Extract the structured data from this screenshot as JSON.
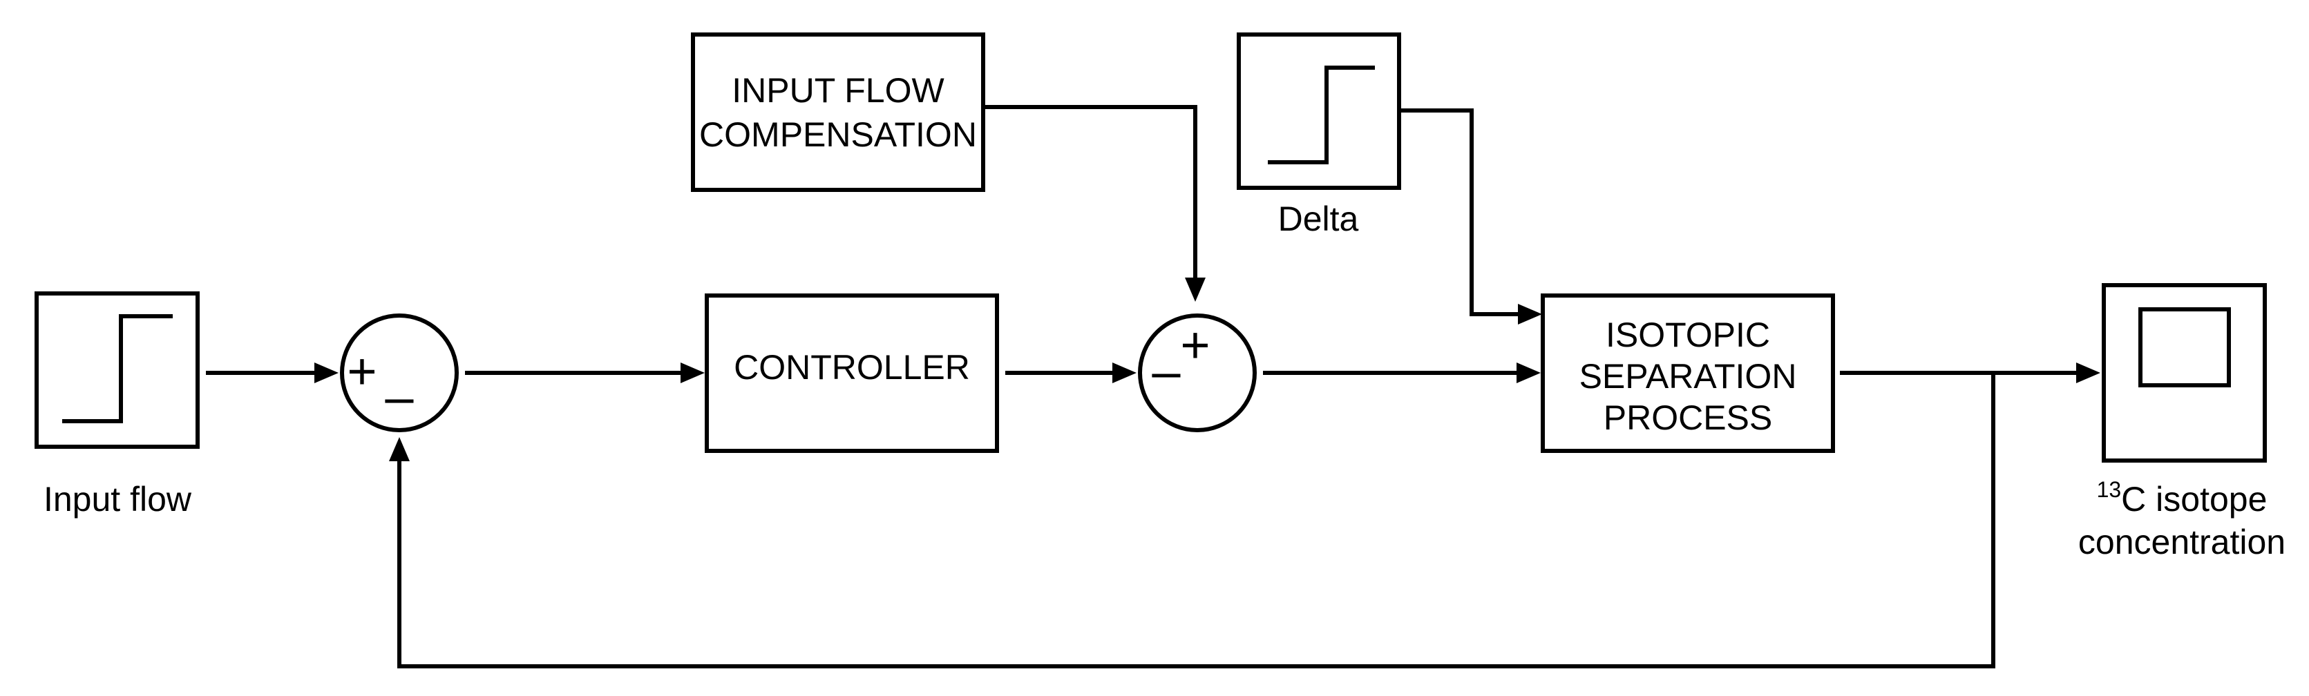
{
  "blocks": {
    "input_flow_compensation": {
      "lines": [
        "INPUT FLOW",
        "COMPENSATION"
      ]
    },
    "controller": {
      "label": "CONTROLLER"
    },
    "isotopic_separation_process": {
      "lines": [
        "ISOTOPIC",
        "SEPARATION",
        "PROCESS"
      ]
    }
  },
  "sources": {
    "input_flow": {
      "label": "Input flow"
    },
    "delta": {
      "label": "Delta"
    }
  },
  "sink": {
    "superscript": "13",
    "lines": [
      "C isotope",
      "concentration"
    ]
  },
  "summing_junctions": {
    "first": {
      "plus": "+",
      "minus": "–"
    },
    "second": {
      "plus": "+",
      "minus": "–"
    }
  }
}
